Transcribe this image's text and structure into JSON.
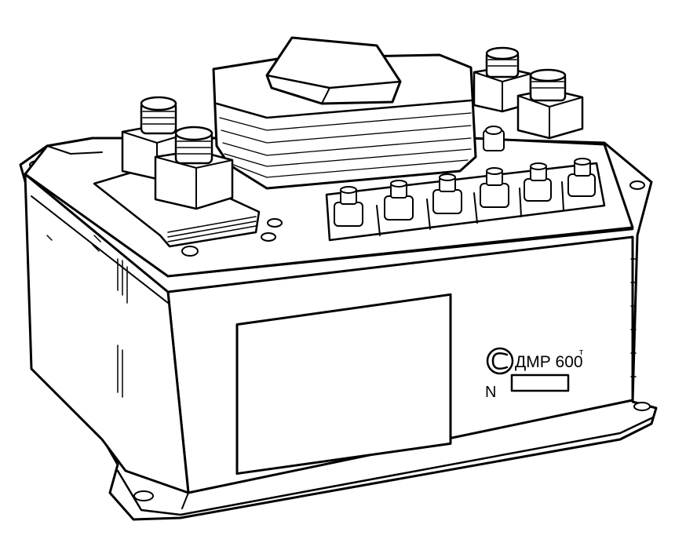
{
  "nameplate": {
    "model": "ДМР 600",
    "model_suffix": "т",
    "number_prefix": "N"
  },
  "colors": {
    "ink": "#000000",
    "paper": "#ffffff"
  }
}
